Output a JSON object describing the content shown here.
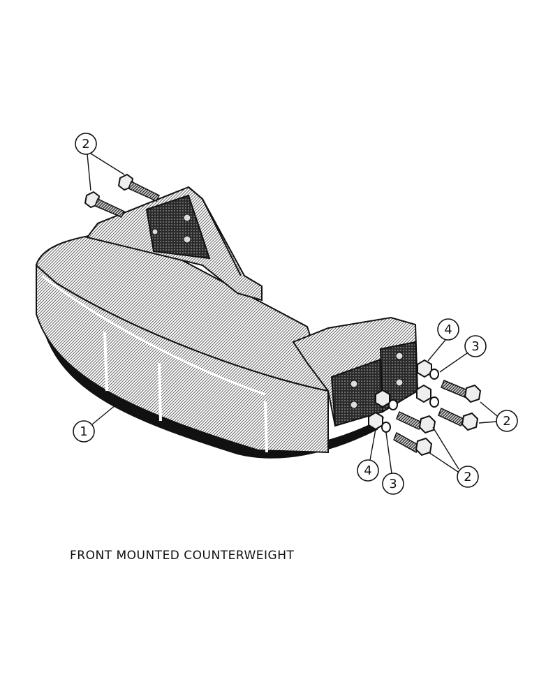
{
  "caption": "FRONT MOUNTED COUNTERWEIGHT",
  "callouts": {
    "c2_top": "2",
    "c1": "1",
    "c4_upper": "4",
    "c3_upper": "3",
    "c2_right": "2",
    "c4_lower": "4",
    "c3_lower": "3",
    "c2_lower": "2"
  },
  "colors": {
    "ink": "#111111",
    "shade": "#5a5a5a"
  }
}
